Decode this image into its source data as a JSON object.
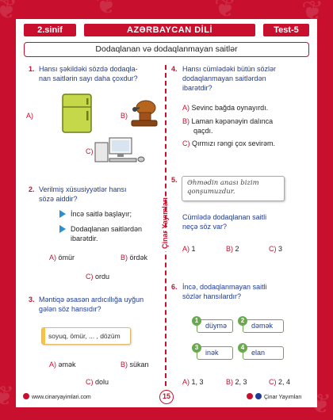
{
  "header": {
    "grade": "2.sinif",
    "subject": "AZƏRBAYCAN DİLİ",
    "test": "Test-5",
    "topic": "Dodaqlanan və dodaqlanmayan saitlər"
  },
  "brand_vertical": "Çinar Yayımları",
  "questions": {
    "q1": {
      "num": "1.",
      "text_l1": "Hansı şəkildəki sözdə dodaqla-",
      "text_l2": "nan saitlərin sayı daha çoxdur?",
      "a": "A)",
      "b": "B)",
      "c": "C)",
      "a_icon": "refrigerator-icon",
      "b_icon": "meat-grinder-icon",
      "c_icon": "computer-icon"
    },
    "q2": {
      "num": "2.",
      "text_l1": "Verilmiş xüsusiyyətlər hansı",
      "text_l2": "sözə aiddir?",
      "feat1": "İncə saitlə başlayır;",
      "feat2_l1": "Dodaqlanan saitlərdən",
      "feat2_l2": "ibarətdir.",
      "a": "A)",
      "a_val": "ömür",
      "b": "B)",
      "b_val": "ördək",
      "c": "C)",
      "c_val": "ordu"
    },
    "q3": {
      "num": "3.",
      "text_l1": "Məntiqə əsasən ardıcıllığa uyğun",
      "text_l2": "gələn söz hansıdır?",
      "sequence": "soyuq, ömür, ... , dözüm",
      "a": "A)",
      "a_val": "əmək",
      "b": "B)",
      "b_val": "sükan",
      "c": "C)",
      "c_val": "dolu"
    },
    "q4": {
      "num": "4.",
      "text_l1": "Hansı cümlədəki bütün sözlər",
      "text_l2": "dodaqlanmayan saitlərdən",
      "text_l3": "ibarətdir?",
      "a": "A)",
      "a_val": "Sevinc bağda oynayırdı.",
      "b": "B)",
      "b_val_l1": "Laman kəpənəyin dalınca",
      "b_val_l2": "qaçdı.",
      "c": "C)",
      "c_val": "Qırmızı rəngi çox sevirəm."
    },
    "q5": {
      "num": "5.",
      "quote_l1": "Əhmədin anası bizim",
      "quote_l2": "qonşumuzdur.",
      "text_l1": "Cümlədə dodaqlanan saitli",
      "text_l2": "neçə söz var?",
      "a": "A)",
      "a_val": "1",
      "b": "B)",
      "b_val": "2",
      "c": "C)",
      "c_val": "3"
    },
    "q6": {
      "num": "6.",
      "text_l1": "İncə, dodaqlanmayan saitli",
      "text_l2": "sözlər hansılardır?",
      "words": [
        {
          "n": "1",
          "w": "düymə"
        },
        {
          "n": "2",
          "w": "dəmək"
        },
        {
          "n": "3",
          "w": "inək"
        },
        {
          "n": "4",
          "w": "elan"
        }
      ],
      "a": "A)",
      "a_val": "1, 3",
      "b": "B)",
      "b_val": "2, 3",
      "c": "C)",
      "c_val": "2, 4"
    }
  },
  "footer": {
    "website": "www.cinaryayimlari.com",
    "page": "15",
    "social": "Çinar Yayımları"
  },
  "colors": {
    "brand_red": "#c8102e",
    "question_blue": "#1f3b93",
    "bullet_blue": "#2b8fd6",
    "word_green": "#6aa84f"
  }
}
